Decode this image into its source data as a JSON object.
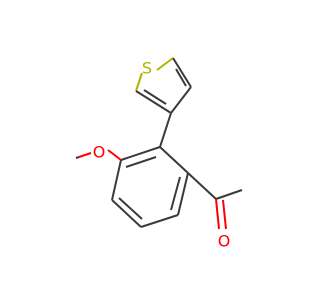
{
  "molecule": {
    "atoms": {
      "sulfur": {
        "label": "S",
        "color": "#b2b200"
      },
      "methoxy_oxygen": {
        "label": "O",
        "color": "#ff0000"
      },
      "carbonyl_oxygen": {
        "label": "O",
        "color": "#ff0000"
      }
    },
    "bond_color": "#3a3a3a"
  }
}
